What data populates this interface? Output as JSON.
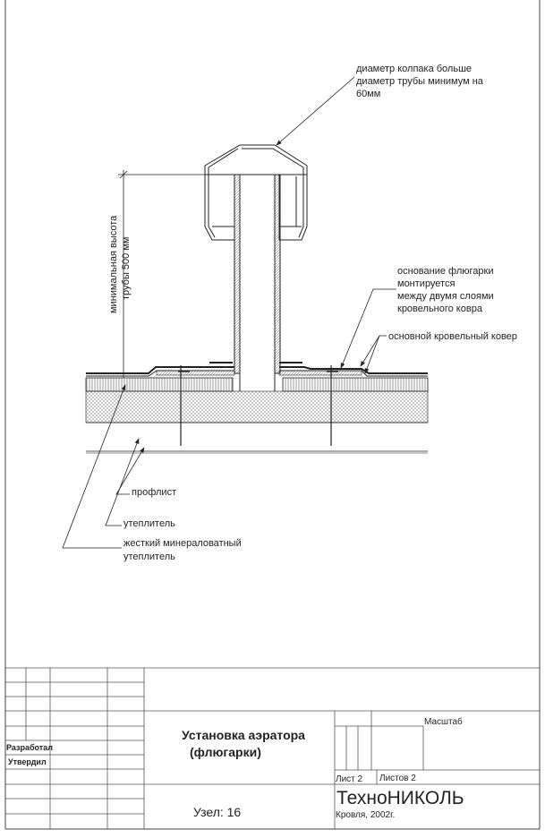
{
  "drawing": {
    "callouts": {
      "cap_note": [
        "диаметр колпака больше",
        "диаметр трубы минимум на",
        "60мм"
      ],
      "base_note": [
        "основание флюгарки",
        "монтируется",
        "между двумя слоями",
        "кровельного ковра"
      ],
      "carpet_note": "основной кровельный ковер",
      "height_dim": [
        "минимальная высота",
        "трубы 500 мм"
      ],
      "profile_note": "профлист",
      "insulation_note": "утеплитель",
      "rigid_note": [
        "жесткий минераловатный",
        "утеплитель"
      ]
    }
  },
  "title_block": {
    "developed_label": "Разработал",
    "approved_label": "Утвердил",
    "title_line1": "Установка аэратора",
    "title_line2": "(флюгарки)",
    "node": "Узел: 16",
    "scale_label": "Масштаб",
    "sheet": "Лист 2",
    "sheets": "Листов 2",
    "company": "ТехноНИКОЛЬ",
    "subtitle": "Кровля, 2002г."
  }
}
